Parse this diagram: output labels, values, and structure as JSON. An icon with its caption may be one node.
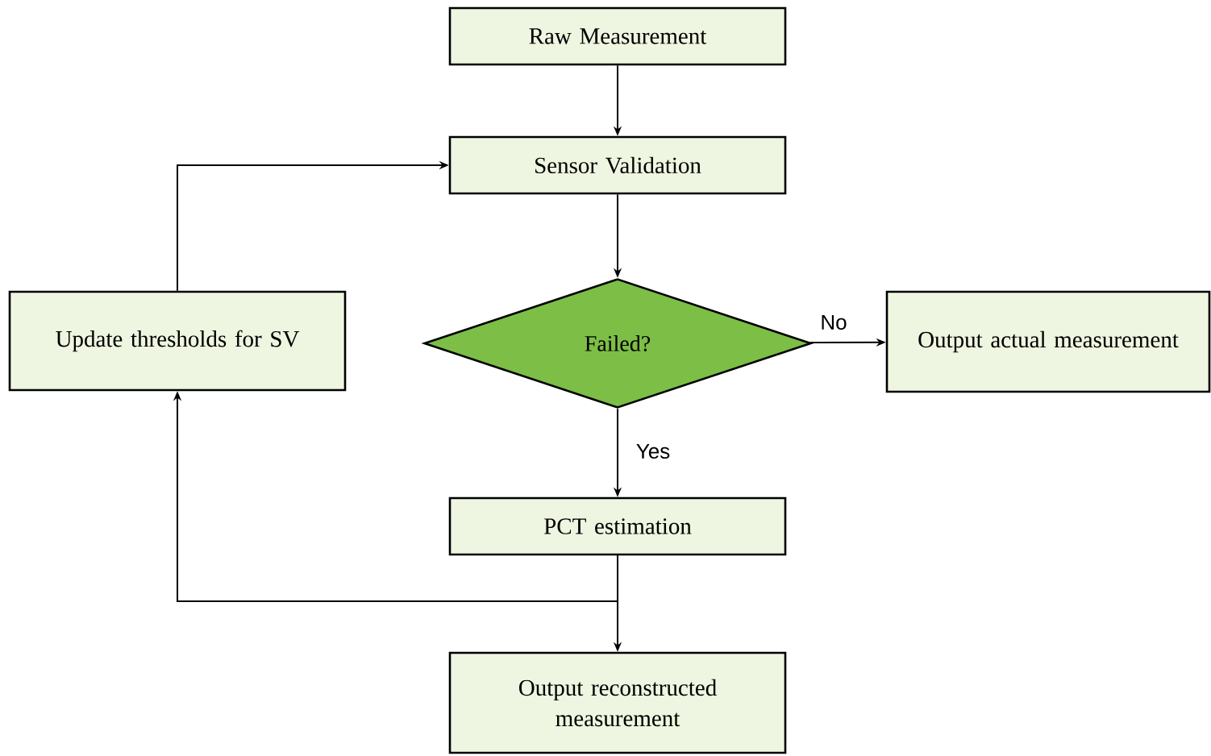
{
  "diagram": {
    "nodes": [
      {
        "text": [
          "Raw Measurement"
        ]
      },
      {
        "text": [
          "Sensor Validation"
        ]
      },
      {
        "text": [
          "Failed?"
        ]
      },
      {
        "text": [
          "Output actual measurement"
        ]
      },
      {
        "text": [
          "Update thresholds for SV"
        ]
      },
      {
        "text": [
          "PCT estimation"
        ]
      },
      {
        "text": [
          "Output reconstructed measurement"
        ]
      }
    ],
    "edges": [
      {
        "from": 0,
        "to": 1,
        "arrow": "to"
      },
      {
        "from": 1,
        "to": 2,
        "arrow": "to"
      },
      {
        "from": 2,
        "to": 3,
        "arrow": "to",
        "label": "No"
      },
      {
        "from": 2,
        "to": 5,
        "arrow": "to",
        "label": "Yes"
      },
      {
        "from": 5,
        "to": 6,
        "arrow": "to"
      },
      {
        "from": 5,
        "to": 4,
        "arrow": "to"
      },
      {
        "from": 4,
        "to": 1,
        "arrow": "to"
      }
    ]
  }
}
